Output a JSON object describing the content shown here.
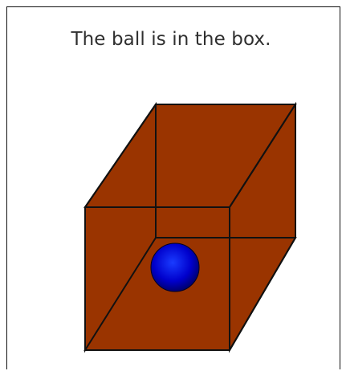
{
  "caption": "The ball is in the box.",
  "colors": {
    "box": "#9a3400",
    "edge": "#111111",
    "ball_dark": "#000044",
    "ball_mid": "#0000cc",
    "ball_light": "#1a3cff"
  },
  "scene": {
    "objects": [
      {
        "name": "box",
        "kind": "cube"
      },
      {
        "name": "ball",
        "kind": "sphere",
        "relation": "inside box"
      }
    ]
  }
}
